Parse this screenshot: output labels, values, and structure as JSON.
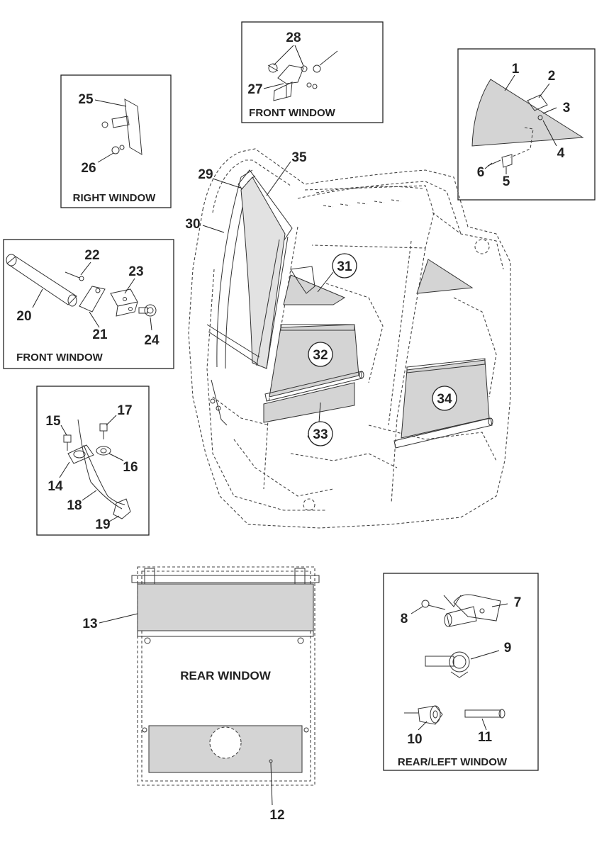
{
  "panels": {
    "front_window_top": "FRONT WINDOW",
    "right_window": "RIGHT WINDOW",
    "front_window_left": "FRONT WINDOW",
    "rear_left_window": "REAR/LEFT WINDOW"
  },
  "rear_window_label": "REAR WINDOW",
  "callouts": {
    "c1": "1",
    "c2": "2",
    "c3": "3",
    "c4": "4",
    "c5": "5",
    "c6": "6",
    "c7": "7",
    "c8": "8",
    "c9": "9",
    "c10": "10",
    "c11": "11",
    "c12": "12",
    "c13": "13",
    "c14": "14",
    "c15": "15",
    "c16": "16",
    "c17": "17",
    "c18": "18",
    "c19": "19",
    "c20": "20",
    "c21": "21",
    "c22": "22",
    "c23": "23",
    "c24": "24",
    "c25": "25",
    "c26": "26",
    "c27": "27",
    "c28": "28",
    "c29": "29",
    "c30": "30",
    "c31": "31",
    "c32": "32",
    "c33": "33",
    "c34": "34",
    "c35": "35"
  }
}
